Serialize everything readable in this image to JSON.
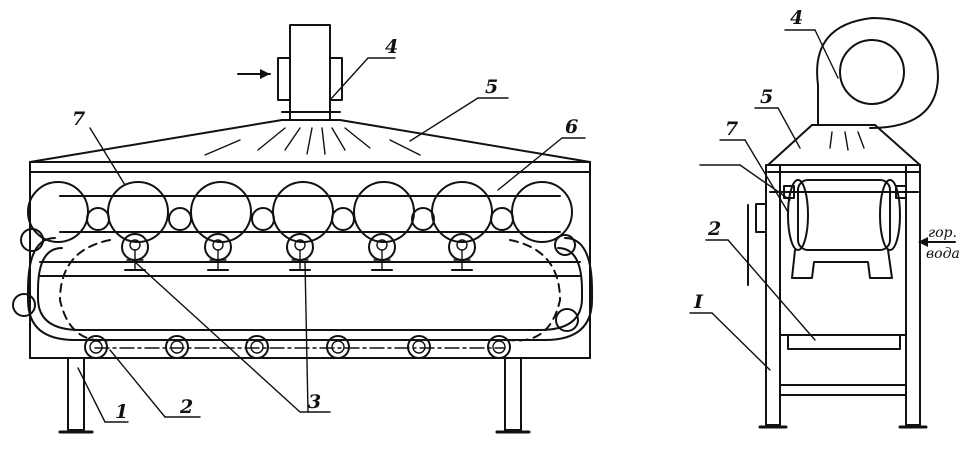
{
  "front_view": {
    "labels": [
      "1",
      "2",
      "3",
      "4",
      "5",
      "6",
      "7"
    ]
  },
  "side_view": {
    "labels": [
      "4",
      "5",
      "7",
      "2",
      "I"
    ],
    "annotation_line1": "гор.",
    "annotation_line2": "вода"
  }
}
